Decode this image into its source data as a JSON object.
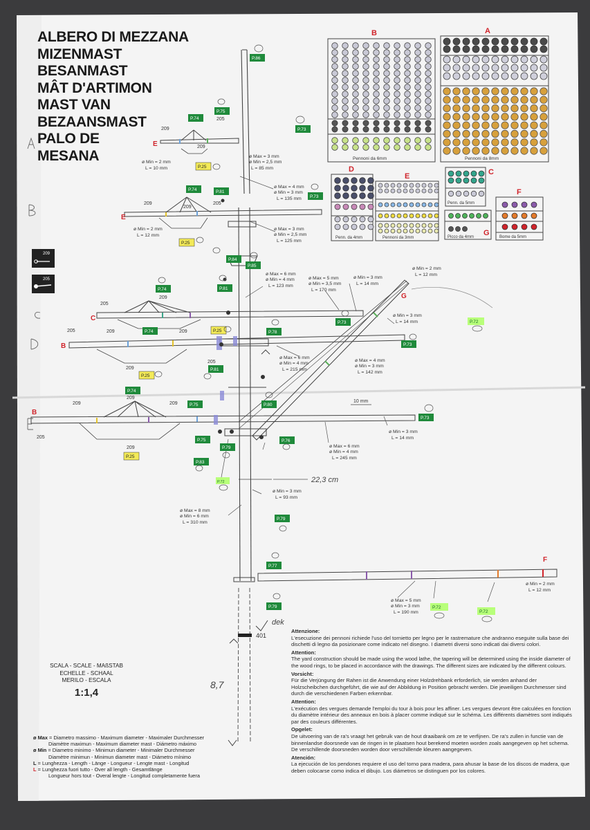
{
  "title_lines": [
    "ALBERO DI MEZZANA",
    "MIZENMAST",
    "BESANMAST",
    "MÂT D'ARTIMON",
    "MAST VAN",
    "BEZAANSMAST",
    "PALO DE",
    "MESANA"
  ],
  "ring_panels": [
    {
      "letter": "B",
      "caption": "Pennoni da 6mm"
    },
    {
      "letter": "A",
      "caption": "Pennoni da 8mm"
    },
    {
      "letter": "D",
      "caption": "Penn. da 4mm"
    },
    {
      "letter": "E",
      "caption": "Pennoni da 3mm"
    },
    {
      "letter": "C",
      "caption": "Penn. da 5mm"
    },
    {
      "letter": "G",
      "caption": "Picco da 4mm"
    },
    {
      "letter": "F",
      "caption": "Bome da 5mm"
    }
  ],
  "part_icons": [
    "209",
    "205"
  ],
  "yard_letters": [
    "E",
    "E",
    "C",
    "B",
    "B",
    "G",
    "F"
  ],
  "page_refs": [
    "P.86",
    "P.75",
    "P.74",
    "P.73",
    "P.25",
    "P.81",
    "P.84",
    "P.85",
    "P.78",
    "P.80",
    "P.83",
    "P.79",
    "P.76",
    "P.77",
    "P.72"
  ],
  "part_numbers": [
    "209",
    "205",
    "401"
  ],
  "dimensions": {
    "d1": {
      "a": "ø Min = 2 mm",
      "b": "L = 10 mm"
    },
    "d2": {
      "a": "ø Max = 3 mm",
      "b": "ø Min = 2,5 mm",
      "c": "L = 85 mm"
    },
    "d3": {
      "a": "ø Max = 4 mm",
      "b": "ø Min = 3 mm",
      "c": "L = 135 mm"
    },
    "d4": {
      "a": "ø Min = 2 mm",
      "b": "L = 12 mm"
    },
    "d5": {
      "a": "ø Max = 3 mm",
      "b": "ø Min = 2,5 mm",
      "c": "L = 125 mm"
    },
    "d6": {
      "a": "ø Max = 6 mm",
      "b": "ø Min = 4 mm",
      "c": "L = 123 mm"
    },
    "d7": {
      "a": "ø Max = 5 mm",
      "b": "ø Min = 3,5 mm",
      "c": "L = 170 mm"
    },
    "d8": {
      "a": "ø Min = 3 mm",
      "b": "L = 14 mm"
    },
    "d9": {
      "a": "ø Min = 2 mm",
      "b": "L = 12 mm"
    },
    "d10": {
      "a": "ø Min = 3 mm",
      "b": "L = 14 mm"
    },
    "d11": {
      "a": "ø Max = 6 mm",
      "b": "ø Min = 4 mm",
      "c": "L = 215 mm"
    },
    "d12": {
      "a": "ø Max = 4 mm",
      "b": "ø Min = 3 mm",
      "c": "L = 142 mm"
    },
    "d13": {
      "a": "ø Min = 3 mm",
      "b": "L = 14 mm"
    },
    "d14": {
      "a": "ø Max = 6 mm",
      "b": "ø Min = 4 mm",
      "c": "L = 245 mm"
    },
    "d15": {
      "a": "ø Min = 3 mm",
      "b": "L = 93 mm"
    },
    "d16": {
      "a": "ø Max = 8 mm",
      "b": "ø Min = 6 mm",
      "c": "L = 310 mm"
    },
    "d17": {
      "a": "ø Min = 2 mm",
      "b": "L = 12 mm"
    },
    "d18": {
      "a": "ø Max = 5 mm",
      "b": "ø Min = 3 mm",
      "c": "L = 190 mm"
    }
  },
  "measure_10mm": "10 mm",
  "handwritten": {
    "h1": "22,3 cm",
    "h2": "dek",
    "h3": "8,7"
  },
  "attention": [
    {
      "h": "Attenzione:",
      "t": "L'esecuzione dei pennoni richiede l'uso del tornietto per legno per le rastremature che andranno eseguite sulla base dei dischetti di legno da posizionare come indicato nel disegno. I diametri diversi sono indicati dai diversi colori."
    },
    {
      "h": "Attention:",
      "t": "The yard construction should be made using the wood lathe, the tapering will be determined using the inside diameter of the wood rings, to be placed in accordance with the drawings. The different sizes are indicated by the different colours."
    },
    {
      "h": "Vorsicht:",
      "t": "Für die Verjüngung der Rahen ist die Anwendung einer Holzdrehbank erforderlich, sie werden anhand der Holzscheibchen durchgeführt, die wie auf der Abbildung in Position gebracht werden. Die jeweiligen Durchmesser sind durch die verschiedenen Farben erkennbar."
    },
    {
      "h": "Attention:",
      "t": "L'exécution des vergues demande l'emploi du tour à bois pour les affiner. Les vergues devront être calculées en fonction du diamètre intérieur des anneaux en bois à placer comme indiqué sur le schéma. Les différents diamètres sont indiqués par des couleurs différentes."
    },
    {
      "h": "Opgelet:",
      "t": "De uitvoering van de ra's vraagt het gebruik van de hout draaibank om ze te verfijnen. De ra's zullen in functie van de binnenlandse doorsnede van de ringen in te plaatsen hout berekend moeten worden zoals aangegeven op het schema. De verschillende doorsneden worden door verschillende kleuren aangegeven."
    },
    {
      "h": "Atención:",
      "t": "La ejecución de los pendones requiere el uso del torno para madera, para ahusar la base de los discos de madera, que deben colocarse como indica el dibujo. Los diámetros se distinguen por los colores."
    }
  ],
  "scale": {
    "l1": "SCALA - SCALE - MAßSTAB",
    "l2": "ECHELLE - SCHAAL",
    "l3": "MERILO - ESCALA",
    "ratio": "1:1,4"
  },
  "legend": {
    "max_key": "ø Max",
    "max_text": "= Diametro massimo - Maximum diameter - Maximaler Durchmesser",
    "max_text2": "Diamètre maximun - Maximum diameter mast - Diámetro máximo",
    "min_key": "ø Min",
    "min_text": "= Diametro minimo - Minimun diameter - Minimaler Durchmesser",
    "min_text2": "Diamètre minimun - Minimun diameter mast - Diámetro mínimo",
    "l_key": "L",
    "l_text": "= Lunghezza - Length - Länge - Longueur - Lengte mast - Longitud",
    "lt_key": "L",
    "lt_text": "= Lunghezza fuori tutto - Over all length - Gesamtlänge",
    "lt_text2": "Longueur hors tout  - Overal lengte - Longitud completamente fuera"
  },
  "colors": {
    "sheet": "#f4f4f4",
    "background": "#3b3b3d",
    "page_ref_green": "#1f8a3b",
    "page_ref_yellow": "#f3ea58",
    "label_red": "#d0242b",
    "ink": "#333333"
  }
}
